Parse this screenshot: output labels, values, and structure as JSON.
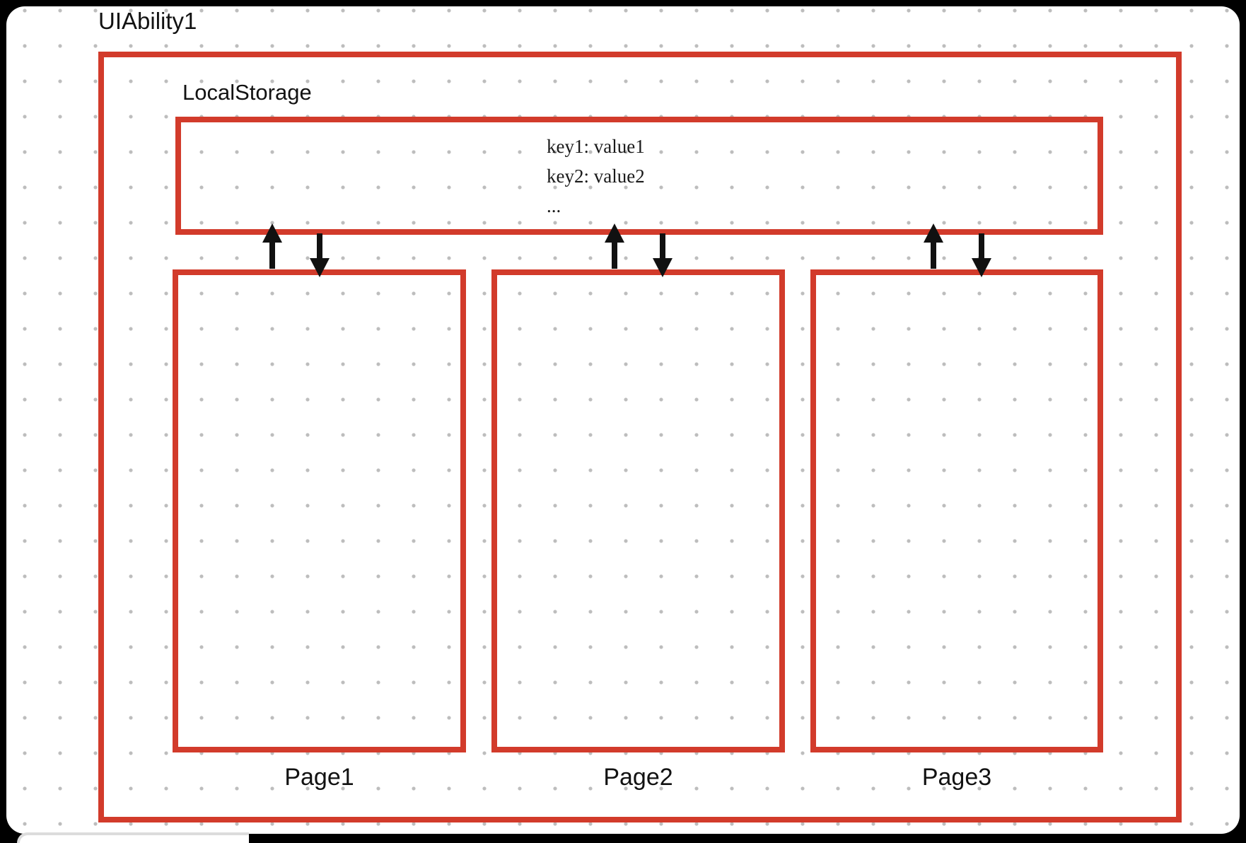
{
  "diagram": {
    "ability": {
      "label": "UIAbility1"
    },
    "storage": {
      "label": "LocalStorage",
      "entries": [
        "key1: value1",
        "key2: value2",
        "..."
      ]
    },
    "pages": [
      {
        "label": "Page1"
      },
      {
        "label": "Page2"
      },
      {
        "label": "Page3"
      }
    ],
    "colors": {
      "box_border": "#d23b2b",
      "arrow": "#111111",
      "grid_dot": "#bdbdbd",
      "frame": "#000000"
    },
    "icons": [
      "up-arrow-icon",
      "down-arrow-icon"
    ]
  }
}
